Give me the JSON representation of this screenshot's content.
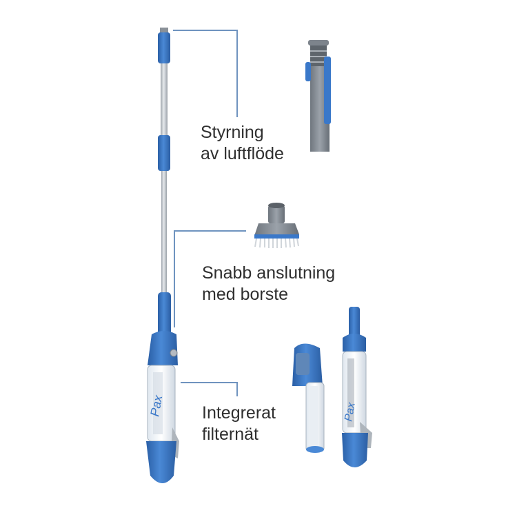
{
  "labels": {
    "airflow": {
      "line1": "Styrning",
      "line2": "av luftflöde"
    },
    "brush": {
      "line1": "Snabb anslutning",
      "line2": "med borste"
    },
    "filter": {
      "line1": "Integrerat",
      "line2": "filternät"
    }
  },
  "colors": {
    "accent_blue": "#3a78c9",
    "leader_line": "#6f93bf",
    "tube_silver": "#c9ced4",
    "dark_gray": "#7d848c",
    "text": "#2f2f2f"
  },
  "icons": [
    "vacuum-stick",
    "control-valve-detail",
    "brush-head",
    "filter-cartridge",
    "collection-chamber"
  ]
}
